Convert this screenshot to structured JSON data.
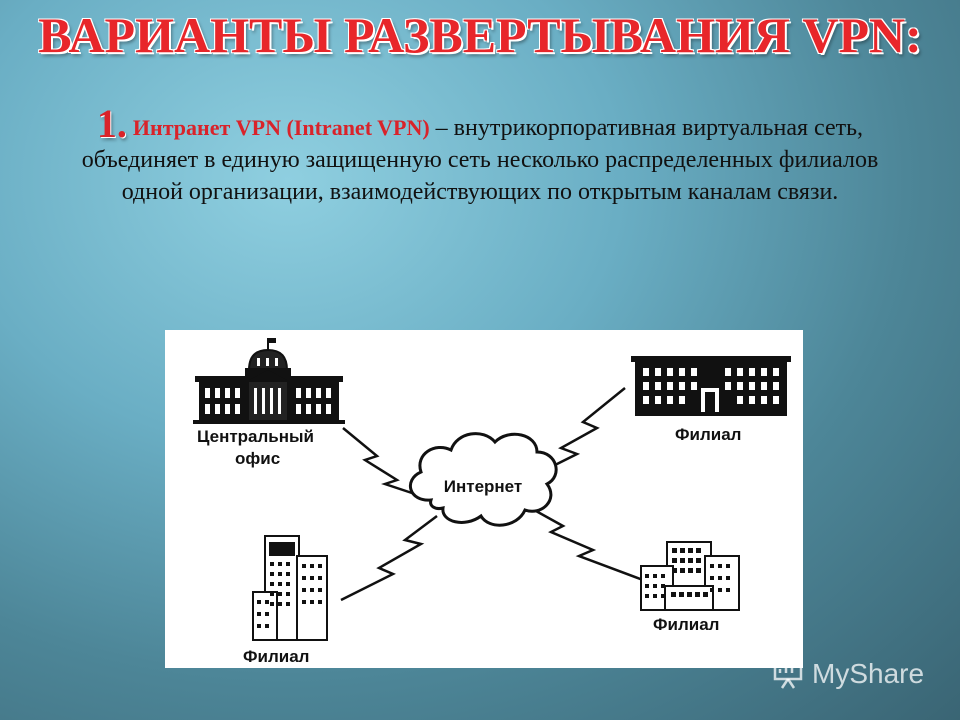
{
  "slide": {
    "title": "ВАРИАНТЫ РАЗВЕРТЫВАНИЯ VPN:",
    "item_number": "1.",
    "term": "Интранет VPN (Intranet VPN)",
    "definition": " – внутрикорпоративная виртуальная сеть, объединяет в единую защищенную сеть несколько распределенных филиалов одной организации, взаимодействующих по открытым каналам связи."
  },
  "diagram": {
    "central_office_line1": "Центральный",
    "central_office_line2": "офис",
    "internet_label": "Интернет",
    "branch_top_right": "Филиал",
    "branch_bottom_left": "Филиал",
    "branch_bottom_right": "Филиал"
  },
  "watermark": {
    "text": "MyShare",
    "icon": "presentation-board-icon"
  },
  "colors": {
    "title": "#e8262a",
    "accent": "#d9232a",
    "background_light": "#8fcfe0",
    "background_dark": "#3a6574"
  }
}
